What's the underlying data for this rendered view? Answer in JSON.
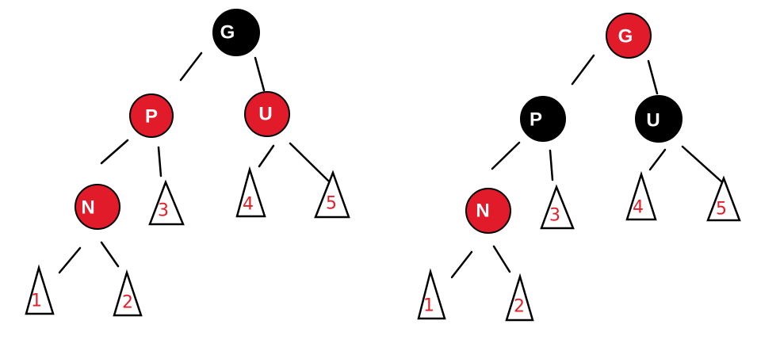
{
  "colors": {
    "red": "#e21b2b",
    "black": "#000000",
    "subtree_label": "#e0202a"
  },
  "trees": [
    {
      "nodes": [
        {
          "label": "G",
          "color": "black"
        },
        {
          "label": "P",
          "color": "red"
        },
        {
          "label": "U",
          "color": "red"
        },
        {
          "label": "N",
          "color": "red"
        }
      ],
      "subtrees": [
        "1",
        "2",
        "3",
        "4",
        "5"
      ]
    },
    {
      "nodes": [
        {
          "label": "G",
          "color": "red"
        },
        {
          "label": "P",
          "color": "black"
        },
        {
          "label": "U",
          "color": "black"
        },
        {
          "label": "N",
          "color": "red"
        }
      ],
      "subtrees": [
        "1",
        "2",
        "3",
        "4",
        "5"
      ]
    }
  ]
}
